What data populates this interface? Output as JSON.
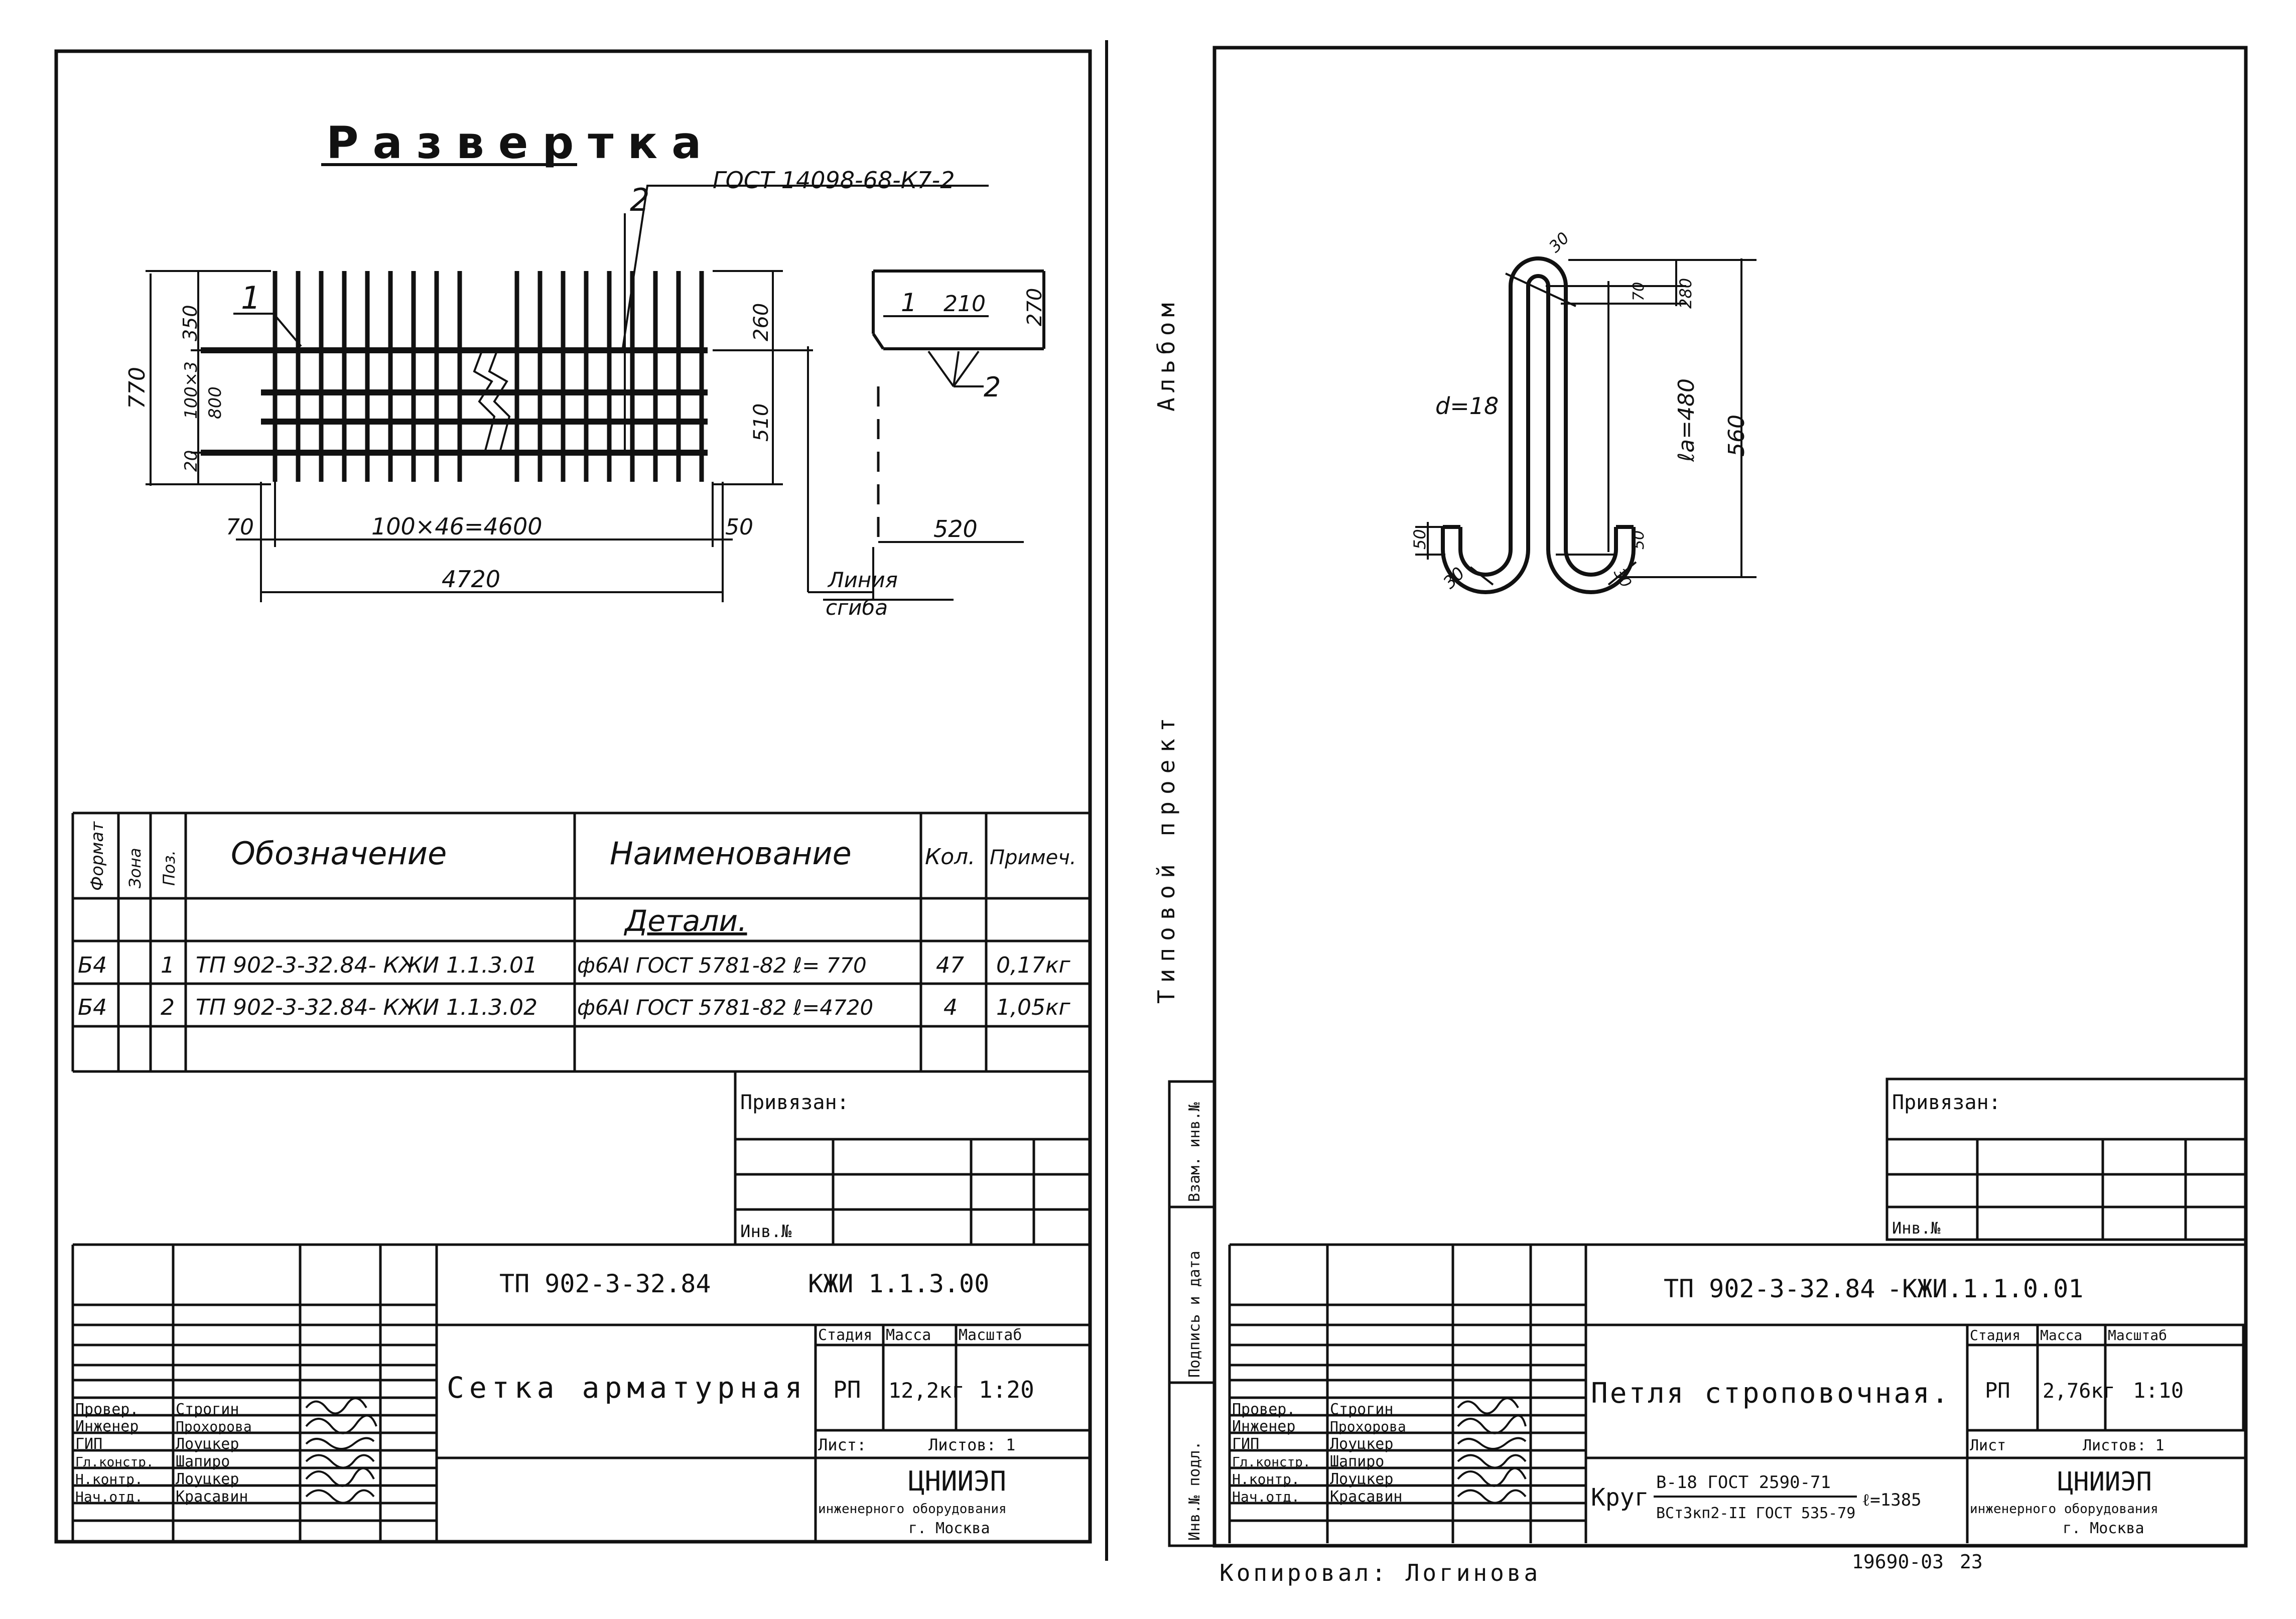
{
  "left_sheet": {
    "drawing": {
      "title": "Развертка",
      "gost_note": "ГОСТ 14098-68-К7-2",
      "pos_1": "1",
      "pos_2": "2",
      "dim_770": "770",
      "dim_350": "350",
      "dim_100x3": "100×3",
      "dim_800": "800",
      "dim_20": "20",
      "dim_260": "260",
      "dim_510": "510",
      "dim_70": "70",
      "dim_span": "100×46=4600",
      "dim_50": "50",
      "dim_4720": "4720",
      "side_pos_1": "1",
      "side_210": "210",
      "side_270": "270",
      "side_pos_2": "2",
      "side_520": "520",
      "view_line_1": "Линия",
      "view_line_2": "сгиба"
    },
    "spec": {
      "col_format": "Формат",
      "col_zone": "Зона",
      "col_pos": "Поз.",
      "col_designation": "Обозначение",
      "col_name": "Наименование",
      "col_qty": "Кол.",
      "col_note": "Примеч.",
      "section": "Детали.",
      "rows": [
        {
          "format": "Б4",
          "pos": "1",
          "designation": "ТП 902-3-32.84- КЖИ 1.1.3.01",
          "name": "ф6АI ГОСТ 5781-82 ℓ= 770",
          "qty": "47",
          "note": "0,17кг"
        },
        {
          "format": "Б4",
          "pos": "2",
          "designation": "ТП 902-3-32.84- КЖИ 1.1.3.02",
          "name": "ф6АI ГОСТ 5781-82 ℓ=4720",
          "qty": "4",
          "note": "1,05кг"
        }
      ]
    },
    "privyazan": "Привязан:",
    "inv_no": "Инв.№",
    "title_block": {
      "code": "ТП 902-3-32.84",
      "code2": "КЖИ 1.1.3.00",
      "name": "Сетка арматурная",
      "stage_label": "Стадия",
      "mass_label": "Масса",
      "scale_label": "Масштаб",
      "stage": "РП",
      "mass": "12,2кг",
      "scale": "1:20",
      "sheet_label": "Лист:",
      "sheets_label": "Листов: 1",
      "org": "ЦНИИЭП",
      "org_sub": "инженерного оборудования",
      "city": "г. Москва",
      "roles": [
        "Провер.",
        "Инженер",
        "ГИП",
        "Гл.констр.",
        "Н.контр.",
        "Нач.отд."
      ],
      "names": [
        "Строгин",
        "Прохорова",
        "Лоуцкер",
        "Шапиро",
        "Лоуцкер",
        "Красавин"
      ]
    }
  },
  "right_sheet": {
    "drawing": {
      "d_label": "d=18",
      "dim_30_top": "30",
      "dim_70": "70",
      "dim_280": "280",
      "dim_la": "ℓа=480",
      "dim_560": "560",
      "dim_50_left": "50",
      "dim_30_left": "30",
      "dim_50_right": "50",
      "dim_30_right": "30"
    },
    "album_label": "Альбом",
    "project_label": "Типовой проект",
    "stamp_cols": [
      "Инв.№ подл.",
      "Подпись и дата",
      "Взам. инв.№"
    ],
    "privyazan": "Привязан:",
    "inv_no": "Инв.№",
    "title_block": {
      "code": "ТП 902-3-32.84",
      "code2": "-КЖИ.1.1.0.01",
      "name": "Петля строповочная.",
      "material_prefix": "Круг",
      "material_top": "В-18 ГОСТ 2590-71",
      "material_bottom": "ВСт3кп2-II ГОСТ 535-79",
      "material_len": "ℓ=1385",
      "stage_label": "Стадия",
      "mass_label": "Масса",
      "scale_label": "Масштаб",
      "stage": "РП",
      "mass": "2,76кг",
      "scale": "1:10",
      "sheet_label": "Лист",
      "sheets_label": "Листов: 1",
      "org": "ЦНИИЭП",
      "org_sub": "инженерного оборудования",
      "city": "г. Москва",
      "roles": [
        "Провер.",
        "Инженер",
        "ГИП",
        "Гл.констр.",
        "Н.контр.",
        "Нач.отд."
      ],
      "names": [
        "Строгин",
        "Прохорова",
        "Лоуцкер",
        "Шапиро",
        "Лоуцкер",
        "Красавин"
      ]
    },
    "copied_by": "Копировал: Логинова",
    "doc_number": "19690-03",
    "page_number": "23"
  }
}
